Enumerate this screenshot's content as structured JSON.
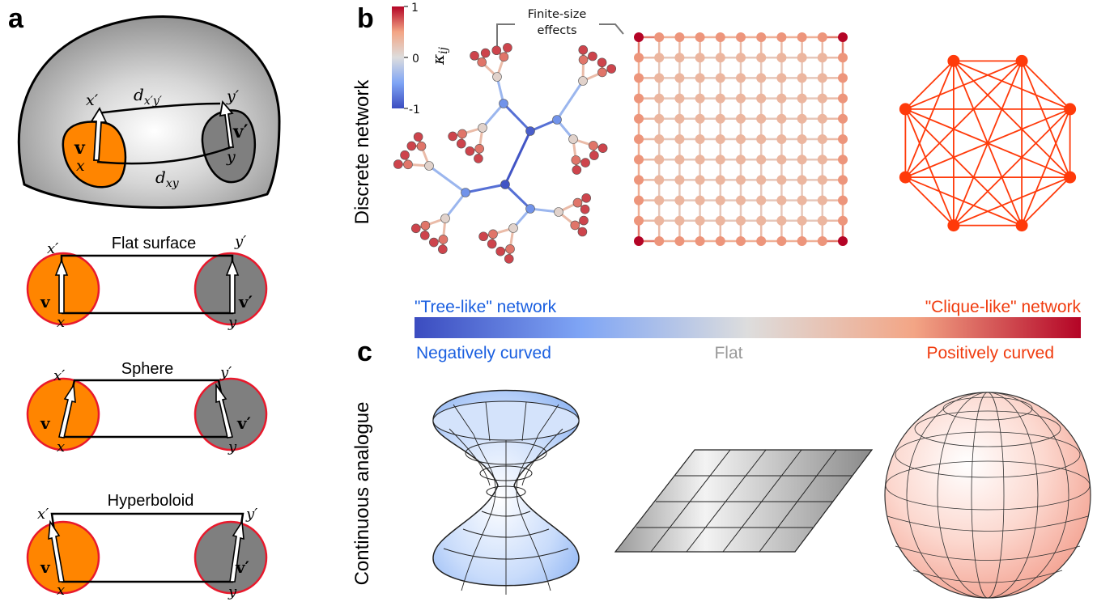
{
  "panels": {
    "a": "a",
    "b": "b",
    "c": "c"
  },
  "panel_a": {
    "surface": {
      "x": "x",
      "y": "y",
      "x_prime": "x′",
      "y_prime": "y′",
      "v": "v",
      "v_prime": "v′",
      "d_xy_main": "d",
      "d_xy_sub": "xy",
      "d_xpyp_main": "d",
      "d_xpyp_sub": "x′y′"
    },
    "rows": [
      {
        "title": "Flat surface",
        "x": "x",
        "y": "y",
        "x_prime": "x′",
        "y_prime": "y′",
        "v": "v",
        "v_prime": "v′"
      },
      {
        "title": "Sphere",
        "x": "x",
        "y": "y",
        "x_prime": "x′",
        "y_prime": "y′",
        "v": "v",
        "v_prime": "v′"
      },
      {
        "title": "Hyperboloid",
        "x": "x",
        "y": "y",
        "x_prime": "x′",
        "y_prime": "y′",
        "v": "v",
        "v_prime": "v′"
      }
    ]
  },
  "panel_b": {
    "side_label": "Discrete network",
    "colorbar": {
      "label": "κ",
      "label_sub": "ij",
      "ticks": [
        "1",
        "0",
        "-1"
      ],
      "top": "#b2182b",
      "mid": "#dddddd",
      "bottom": "#3b4cc0"
    },
    "callout": {
      "line1": "Finite-size",
      "line2": "effects"
    }
  },
  "scale": {
    "left_title": "\"Tree-like\" network",
    "right_title": "\"Clique-like\" network",
    "left_label": "Negatively curved",
    "mid_label": "Flat",
    "right_label": "Positively curved",
    "colors": {
      "negative": "#1a5fe0",
      "flat": "#999999",
      "positive": "#f03c0f"
    }
  },
  "panel_c": {
    "side_label": "Continuous analogue"
  },
  "colors": {
    "orange": "#ff8500",
    "grey": "#7f7f7f",
    "red_edge": "#e8192c",
    "clique": "#ff3a0a"
  }
}
